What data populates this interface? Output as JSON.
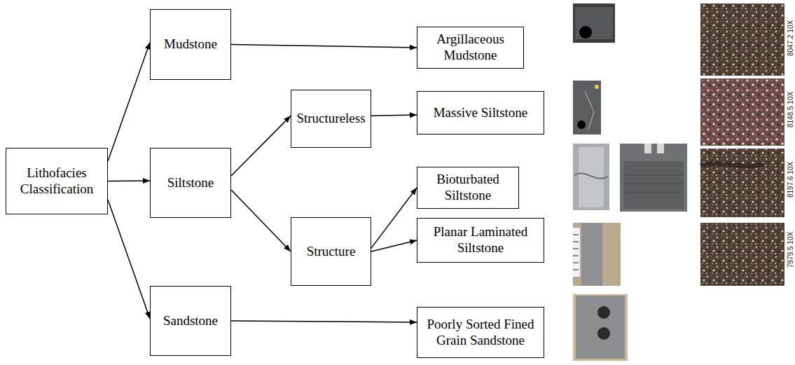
{
  "diagram": {
    "nodes": [
      {
        "text": [
          "Lithofacies Classification"
        ]
      },
      {
        "text": [
          "Mudstone"
        ]
      },
      {
        "text": [
          "Siltstone"
        ]
      },
      {
        "text": [
          "Sandstone"
        ]
      },
      {
        "text": [
          "Structureless"
        ]
      },
      {
        "text": [
          "Structure"
        ]
      },
      {
        "text": [
          "Argillaceous Mudstone"
        ]
      },
      {
        "text": [
          "Massive Siltstone"
        ]
      },
      {
        "text": [
          "Bioturbated Siltstone"
        ]
      },
      {
        "text": [
          "Planar Laminated Siltstone"
        ]
      },
      {
        "text": [
          "Poorly Sorted Fined Grain Sandstone"
        ]
      }
    ],
    "edges": [
      {
        "from": 0,
        "to": 1,
        "arrow": "to"
      },
      {
        "from": 0,
        "to": 2,
        "arrow": "to"
      },
      {
        "from": 0,
        "to": 3,
        "arrow": "to"
      },
      {
        "from": 1,
        "to": 6,
        "arrow": "to"
      },
      {
        "from": 2,
        "to": 4,
        "arrow": "to"
      },
      {
        "from": 2,
        "to": 5,
        "arrow": "to"
      },
      {
        "from": 4,
        "to": 7,
        "arrow": "to"
      },
      {
        "from": 5,
        "to": 8,
        "arrow": "to"
      },
      {
        "from": 5,
        "to": 9,
        "arrow": "to"
      },
      {
        "from": 3,
        "to": 10,
        "arrow": "to"
      }
    ],
    "labels": [
      "8047.2 10X",
      "8148.5 10X",
      "8197.6 10X",
      "7979.5 10X"
    ]
  }
}
